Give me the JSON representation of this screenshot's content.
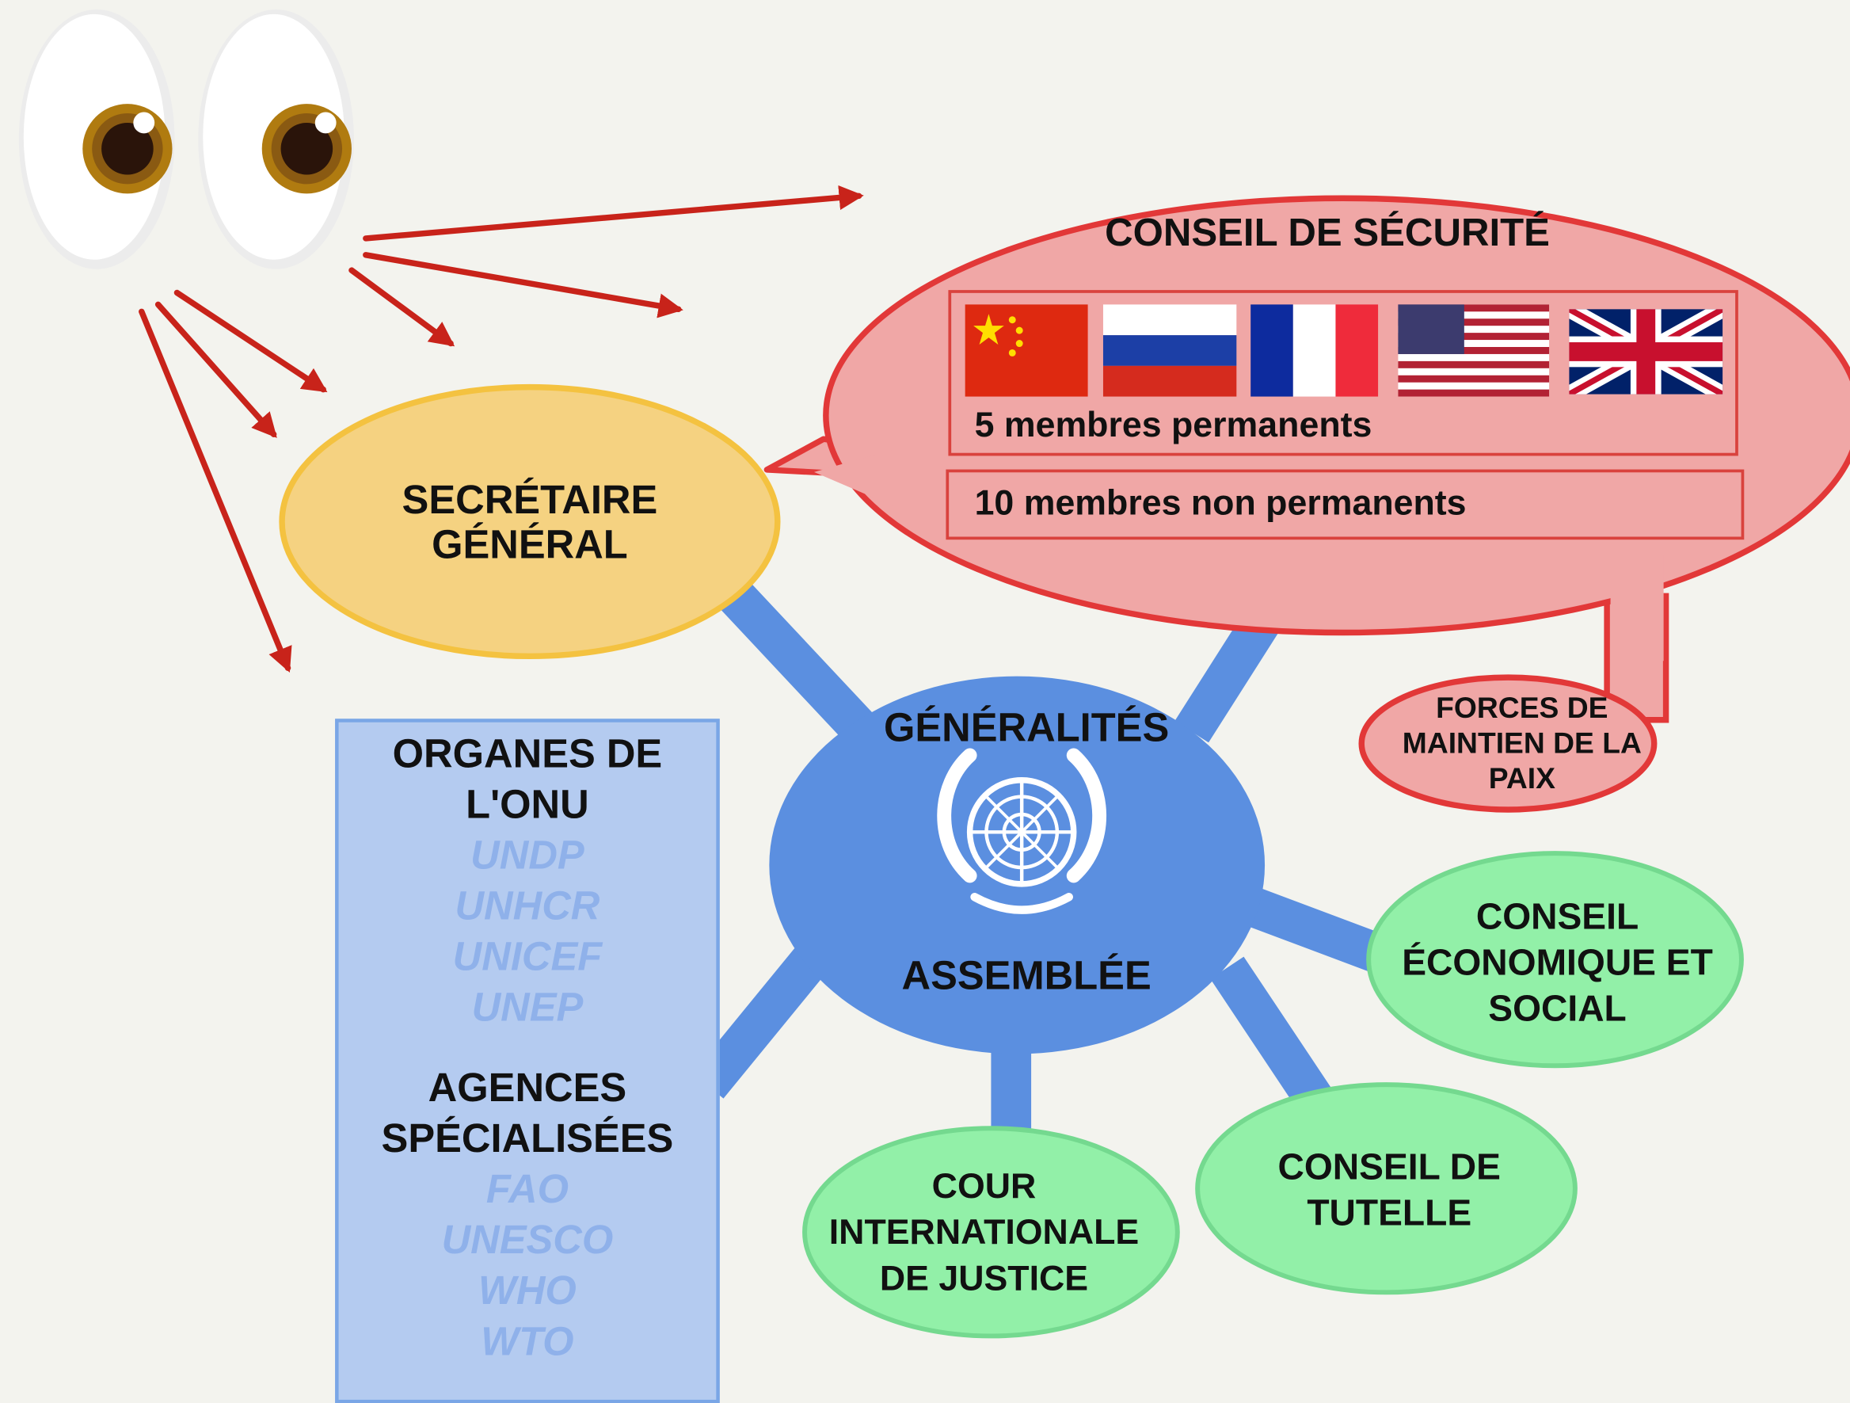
{
  "central": {
    "title": "GÉNÉRALITÉS",
    "subtitle": "ASSEMBLÉE",
    "emblem_icon": "un-emblem-icon",
    "color": "#5b8fe0"
  },
  "secretariat": {
    "lines": [
      "SECRÉTAIRE",
      "GÉNÉRAL"
    ],
    "color": "#f5d281"
  },
  "security_council": {
    "title": "CONSEIL DE SÉCURITÉ",
    "permanent_label": "5 membres permanents",
    "non_permanent_label": "10 membres non permanents",
    "flags": [
      "china-flag-icon",
      "russia-flag-icon",
      "france-flag-icon",
      "usa-flag-icon",
      "uk-flag-icon"
    ],
    "color": "#f0a7a6"
  },
  "peacekeeping": {
    "lines": [
      "FORCES DE",
      "MAINTIEN DE LA",
      "PAIX"
    ]
  },
  "ecosoc": {
    "lines": [
      "CONSEIL",
      "ÉCONOMIQUE ET",
      "SOCIAL"
    ],
    "color": "#92f0a8"
  },
  "trusteeship": {
    "lines": [
      "CONSEIL DE",
      "TUTELLE"
    ]
  },
  "court": {
    "lines": [
      "COUR",
      "INTERNATIONALE",
      "DE JUSTICE"
    ]
  },
  "sidebar": {
    "heading1": [
      "ORGANES DE",
      "L'ONU"
    ],
    "organs": [
      "UNDP",
      "UNHCR",
      "UNICEF",
      "UNEP"
    ],
    "heading2": [
      "AGENCES",
      "SPÉCIALISÉES"
    ],
    "agencies": [
      "FAO",
      "UNESCO",
      "WHO",
      "WTO"
    ],
    "color": "#b4cbf0"
  },
  "decoration": {
    "eyes_icon": "eyes-icon",
    "arrow_color": "#c8231a"
  }
}
